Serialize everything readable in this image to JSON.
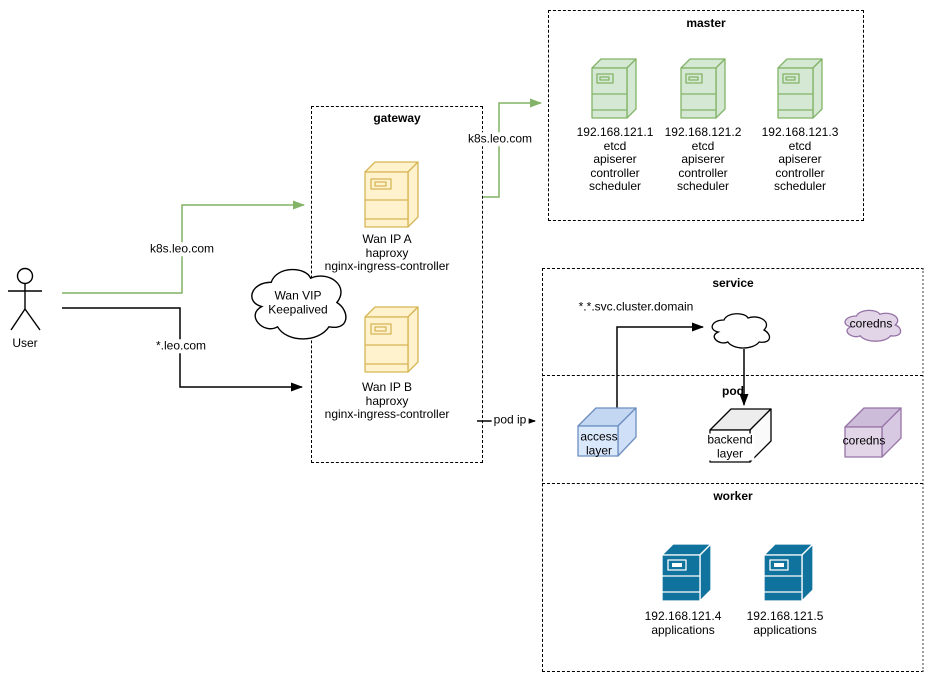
{
  "user": {
    "label": "User"
  },
  "edges": {
    "user_k8s": "k8s.leo.com",
    "user_wildcard": "*.leo.com",
    "gateway_master": "k8s.leo.com",
    "pod_ip": "pod ip",
    "svc_domain": "*.*.svc.cluster.domain"
  },
  "gateway": {
    "title": "gateway",
    "cloud_label": "Wan VIP\nKeepalived",
    "servers": [
      {
        "label": "Wan IP A\nhaproxy\nnginx-ingress-controller"
      },
      {
        "label": "Wan IP B\nhaproxy\nnginx-ingress-controller"
      }
    ]
  },
  "master": {
    "title": "master",
    "servers": [
      {
        "label": "192.168.121.1\netcd\napiserer\ncontroller\nscheduler"
      },
      {
        "label": "192.168.121.2\netcd\napiserer\ncontroller\nscheduler"
      },
      {
        "label": "192.168.121.3\netcd\napiserer\ncontroller\nscheduler"
      }
    ]
  },
  "service": {
    "title": "service",
    "coredns_cloud_label": "coredns"
  },
  "pod": {
    "title": "pod",
    "access_label": "access\nlayer",
    "backend_label": "backend\nlayer",
    "coredns_label": "coredns"
  },
  "worker": {
    "title": "worker",
    "servers": [
      {
        "label": "192.168.121.4\napplications"
      },
      {
        "label": "192.168.121.5\napplications"
      }
    ]
  },
  "colors": {
    "edge_green": "#82b366",
    "edge_black": "#000000",
    "server_yellow_fill": "#fff2cc",
    "server_yellow_stroke": "#d6b656",
    "server_green_fill": "#d5e8d4",
    "server_green_stroke": "#82b366",
    "server_blue_fill": "#10739e",
    "access_fill": "#dae8fc",
    "access_stroke": "#6c8ebf",
    "purple_fill": "#e1d5e7",
    "purple_stroke": "#9673a6"
  }
}
